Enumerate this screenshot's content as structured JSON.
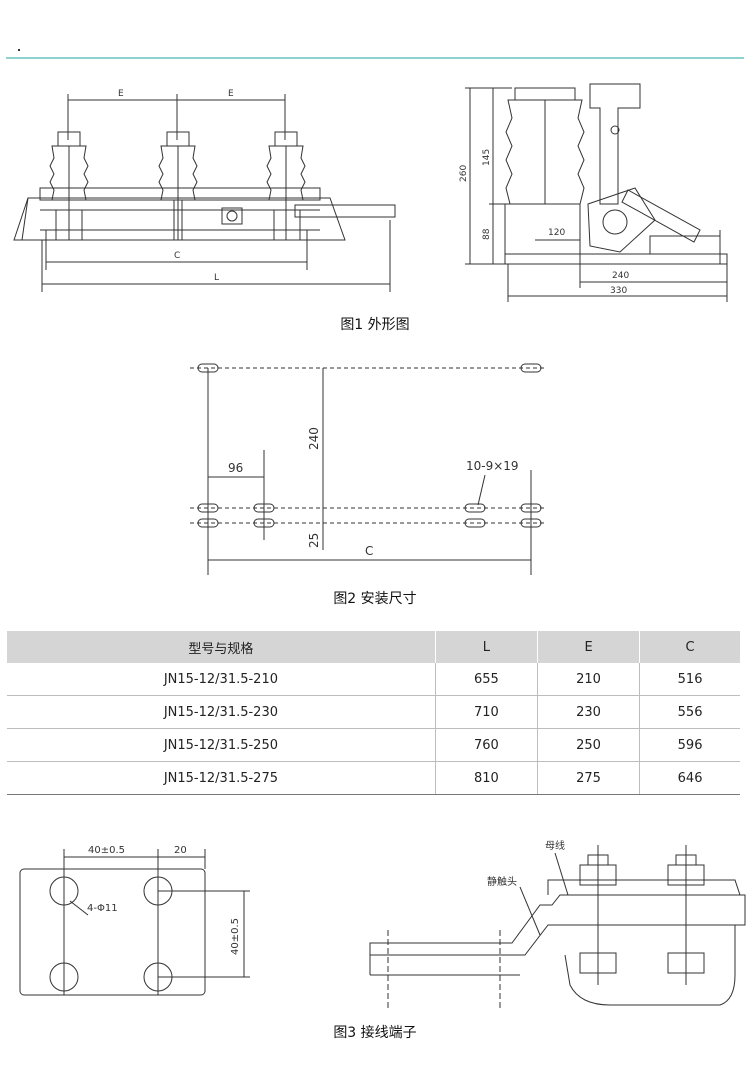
{
  "captions": {
    "fig1": "图1 外形图",
    "fig2": "图2 安装尺寸",
    "fig3": "图3 接线端子"
  },
  "fig1": {
    "dim_e": "E",
    "dim_c": "C",
    "dim_l": "L",
    "dim_260": "260",
    "dim_145": "145",
    "dim_88": "88",
    "dim_120": "120",
    "dim_240": "240",
    "dim_330": "330"
  },
  "fig2": {
    "dim_240": "240",
    "dim_96": "96",
    "dim_25": "25",
    "dim_c": "C",
    "hole_label": "10-9×19"
  },
  "fig3": {
    "dim_40a": "40±0.5",
    "dim_20": "20",
    "dim_40b": "40±0.5",
    "holes": "4-Φ11",
    "busbar": "母线",
    "contact": "静触头"
  },
  "spec_table": {
    "headers": [
      "型号与规格",
      "L",
      "E",
      "C"
    ],
    "rows": [
      [
        "JN15-12/31.5-210",
        "655",
        "210",
        "516"
      ],
      [
        "JN15-12/31.5-230",
        "710",
        "230",
        "556"
      ],
      [
        "JN15-12/31.5-250",
        "760",
        "250",
        "596"
      ],
      [
        "JN15-12/31.5-275",
        "810",
        "275",
        "646"
      ]
    ]
  }
}
